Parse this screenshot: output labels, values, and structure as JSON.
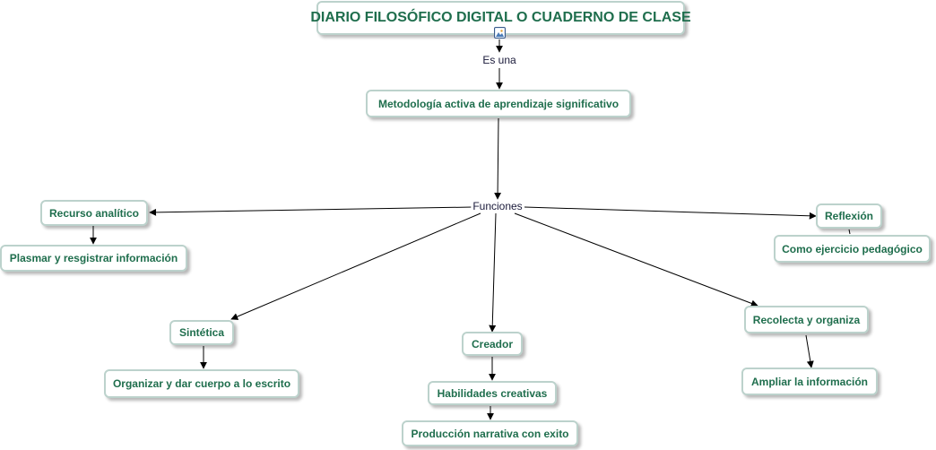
{
  "title": "DIARIO FILOSÓFICO DIGITAL O CUADERNO DE CLASE",
  "link_labels": {
    "es_una": "Es una",
    "funciones": "Funciones"
  },
  "nodes": {
    "metodologia": "Metodología activa de aprendizaje significativo",
    "recurso": "Recurso analítico",
    "plasmar": "Plasmar y resgistrar información",
    "reflexion": "Reflexión",
    "ejercicio": "Como ejercicio pedagógico",
    "sintetica": "Sintética",
    "organizar": "Organizar y dar cuerpo a lo escrito",
    "creador": "Creador",
    "habilidades": "Habilidades creativas",
    "produccion": "Producción narrativa con exito",
    "recolecta": "Recolecta y organiza",
    "ampliar": "Ampliar la información"
  },
  "colors": {
    "node_text": "#1f6e4d",
    "node_border": "#bcd2cc",
    "link_text": "#1a1a3a",
    "connector": "#000000"
  },
  "icons": [
    "image-icon"
  ]
}
